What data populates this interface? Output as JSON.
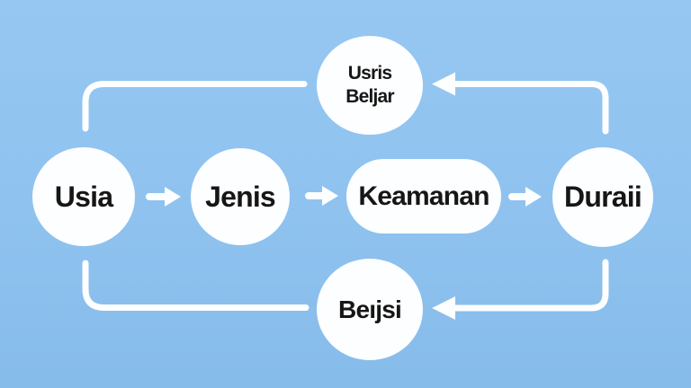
{
  "colors": {
    "background_top": "#96c7f2",
    "background_mid": "#8fc2ef",
    "background_bottom": "#86bcea",
    "shape": "#fdfeff",
    "text": "#161616"
  },
  "diagram": {
    "nodes": {
      "usia": {
        "label": "Usia",
        "shape": "circle"
      },
      "jenis": {
        "label": "Jenis",
        "shape": "circle"
      },
      "keamanan": {
        "label": "Keamanan",
        "shape": "pill"
      },
      "duraii": {
        "label": "Duraii",
        "shape": "circle"
      },
      "top": {
        "label": "Usris\nBeljar",
        "shape": "circle"
      },
      "bottom": {
        "label": "Beıjsi",
        "shape": "circle"
      }
    },
    "connections": [
      {
        "from": "usia",
        "to": "jenis",
        "arrow": true
      },
      {
        "from": "jenis",
        "to": "keamanan",
        "arrow": true
      },
      {
        "from": "keamanan",
        "to": "duraii",
        "arrow": true
      },
      {
        "from": "usia",
        "to": "top",
        "arrow": false
      },
      {
        "from": "duraii",
        "to": "top",
        "arrow": true
      },
      {
        "from": "usia",
        "to": "bottom",
        "arrow": false
      },
      {
        "from": "duraii",
        "to": "bottom",
        "arrow": true
      }
    ]
  }
}
